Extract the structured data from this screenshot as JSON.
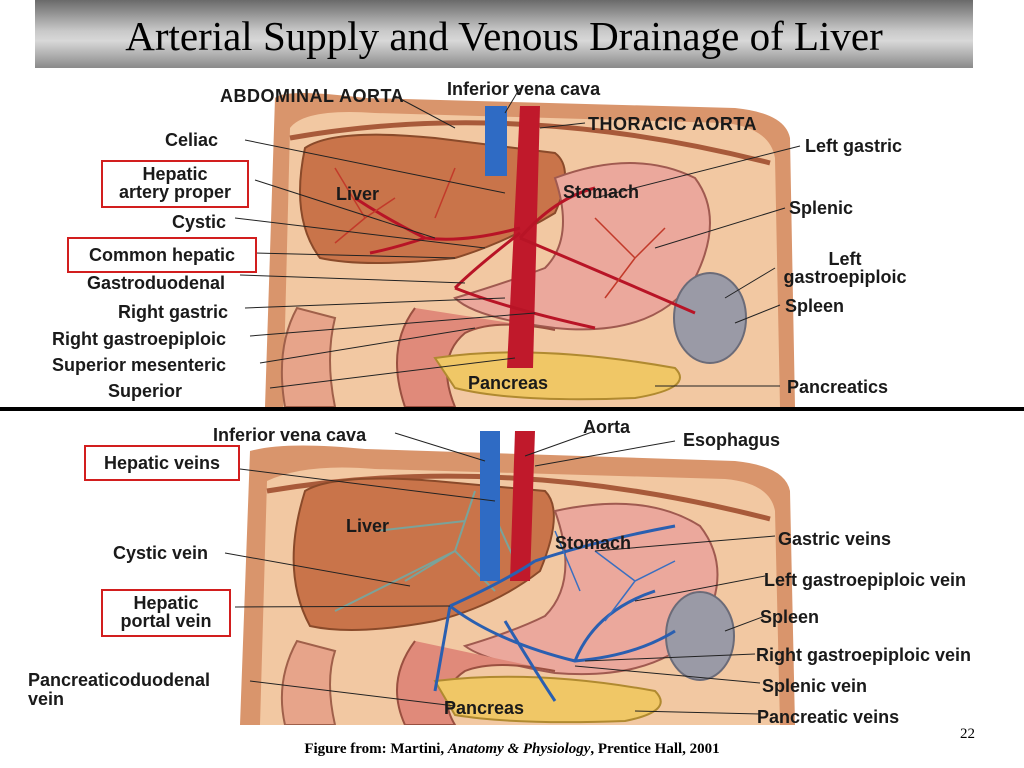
{
  "title": "Arterial Supply and Venous Drainage of Liver",
  "top_panel": {
    "labels": {
      "abdominal_aorta": "ABDOMINAL AORTA",
      "inferior_vena_cava": "Inferior vena cava",
      "thoracic_aorta": "THORACIC AORTA",
      "celiac": "Celiac",
      "hepatic_artery_proper": "Hepatic\nartery proper",
      "cystic": "Cystic",
      "common_hepatic": "Common hepatic",
      "gastroduodenal": "Gastroduodenal",
      "right_gastric": "Right gastric",
      "right_gastroepiploic": "Right gastroepiploic",
      "superior_mesenteric": "Superior mesenteric",
      "superior": "Superior",
      "left_gastric": "Left gastric",
      "splenic": "Splenic",
      "left_gastroepiploic": "Left\ngastroepiploic",
      "spleen": "Spleen",
      "pancreatics": "Pancreatics",
      "liver": "Liver",
      "stomach": "Stomach",
      "pancreas": "Pancreas"
    }
  },
  "bottom_panel": {
    "labels": {
      "inferior_vena_cava": "Inferior vena cava",
      "aorta": "Aorta",
      "esophagus": "Esophagus",
      "hepatic_veins": "Hepatic veins",
      "cystic_vein": "Cystic vein",
      "hepatic_portal_vein": "Hepatic\nportal vein",
      "pancreaticoduodenal_vein": "Pancreaticoduodenal\nvein",
      "gastric_veins": "Gastric veins",
      "left_gastroepiploic_vein": "Left gastroepiploic vein",
      "spleen": "Spleen",
      "right_gastroepiploic_vein": "Right gastroepiploic vein",
      "splenic_vein": "Splenic vein",
      "pancreatic_veins": "Pancreatic veins",
      "liver": "Liver",
      "stomach": "Stomach",
      "pancreas": "Pancreas"
    }
  },
  "caption": {
    "prefix": "Figure from: Martini, ",
    "book": "Anatomy & Physiology",
    "suffix": ", Prentice Hall, 2001"
  },
  "page_number": "22",
  "colors": {
    "highlight_box": "#d21e1e",
    "artery": "#c0192b",
    "vein": "#2a5fb0",
    "liver": "#c9744a",
    "stomach": "#e8a59a"
  }
}
